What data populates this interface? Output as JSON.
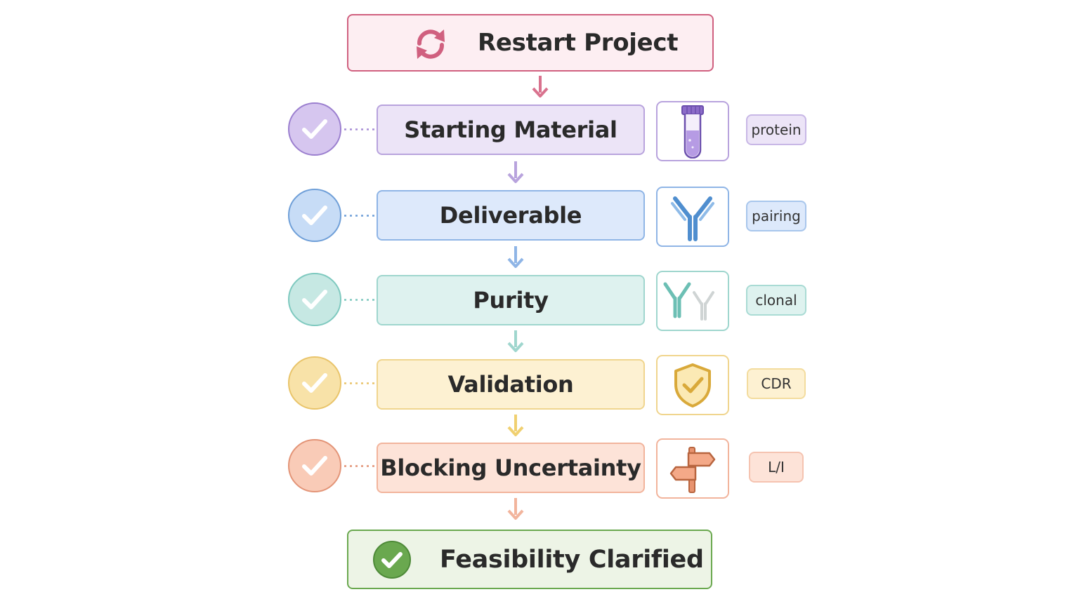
{
  "restart": {
    "label": "Restart Project",
    "icon": "refresh-icon",
    "color": "#d0607f"
  },
  "steps": [
    {
      "label": "Starting Material",
      "icon": "test-tube-icon",
      "tag": "protein",
      "color": "#a98fd6",
      "fill": "#ece4f7"
    },
    {
      "label": "Deliverable",
      "icon": "antibody-icon",
      "tag": "pairing",
      "color": "#6f9fd8",
      "fill": "#dde9fb"
    },
    {
      "label": "Purity",
      "icon": "antibody-pair-icon",
      "tag": "clonal",
      "color": "#7ec9bf",
      "fill": "#def2ef"
    },
    {
      "label": "Validation",
      "icon": "shield-check-icon",
      "tag": "CDR",
      "color": "#e9c46a",
      "fill": "#fdf1d2"
    },
    {
      "label": "Blocking Uncertainty",
      "icon": "signpost-icon",
      "tag": "L/I",
      "color": "#eba58a",
      "fill": "#fde3d8"
    }
  ],
  "result": {
    "label": "Feasibility Clarified",
    "icon": "check-circle-icon",
    "color": "#6aa84f"
  }
}
